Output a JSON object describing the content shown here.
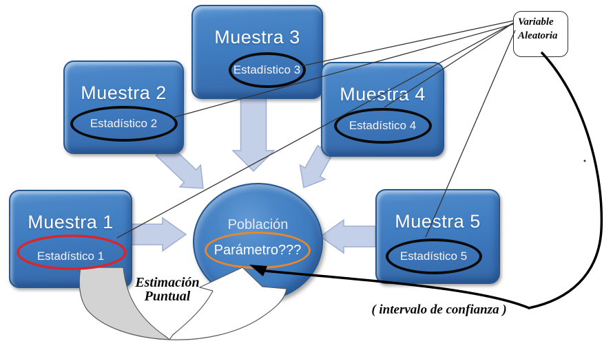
{
  "diagram": {
    "samples": [
      {
        "title": "Muestra 1",
        "statistic": "Estadístico 1",
        "highlight": "red"
      },
      {
        "title": "Muestra 2",
        "statistic": "Estadístico 2",
        "highlight": "black"
      },
      {
        "title": "Muestra 3",
        "statistic": "Estadístico 3",
        "highlight": "black"
      },
      {
        "title": "Muestra 4",
        "statistic": "Estadístico 4",
        "highlight": "black"
      },
      {
        "title": "Muestra 5",
        "statistic": "Estadístico 5",
        "highlight": "black"
      }
    ],
    "population": {
      "title": "Población",
      "parameter": "Parámetro???"
    },
    "random_variable": {
      "line1": "Variable",
      "line2": "Aleatoria"
    },
    "annotations": {
      "point_estimation_line1": "Estimación",
      "point_estimation_line2": "Puntual",
      "confidence_interval": "( intervalo de confianza )"
    },
    "colors": {
      "box_fill": "#3f7cc0",
      "box_border": "#24568f",
      "block_arrow_fill": "#c4cfe8",
      "block_arrow_border": "#9fafd2",
      "red_ellipse": "#d9252b",
      "orange_ellipse": "#e8872b",
      "black_ellipse": "#0a0a0a",
      "connector_line": "#333333",
      "curve_black": "#000000"
    }
  }
}
